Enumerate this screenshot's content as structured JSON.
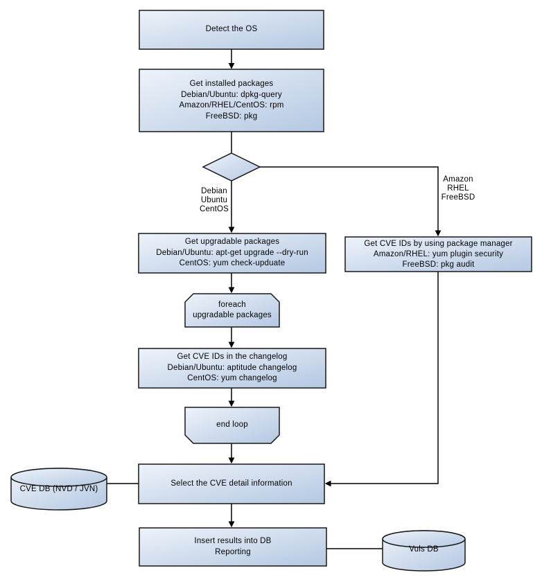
{
  "nodes": {
    "detect_os": {
      "label": "Detect the OS"
    },
    "get_installed_packages": {
      "label": "Get installed packages\nDebian/Ubuntu: dpkg-query\nAmazon/RHEL/CentOS: rpm\nFreeBSD: pkg"
    },
    "get_upgradable_packages": {
      "label": "Get upgradable packages\nDebian/Ubuntu: apt-get upgrade --dry-run\nCentOS: yum check-upduate"
    },
    "foreach_loop_start": {
      "label": "foreach\nupgradable packages"
    },
    "get_cve_ids_changelog": {
      "label": "Get CVE IDs in the changelog\nDebian/Ubuntu: aptitude changelog\nCentOS: yum changelog"
    },
    "end_loop": {
      "label": "end loop"
    },
    "get_cve_ids_pkg_manager": {
      "label": "Get CVE IDs by using package manager\nAmazon/RHEL: yum plugin security\nFreeBSD: pkg audit"
    },
    "select_cve_detail": {
      "label": "Select the CVE detail information"
    },
    "insert_results": {
      "label": "Insert results into DB\nReporting"
    },
    "cve_db": {
      "label": "CVE DB (NVD / JVN)"
    },
    "vuls_db": {
      "label": "Vuls DB"
    }
  },
  "edge_labels": {
    "left_branch": "Debian\nUbuntu\nCentOS",
    "right_branch": "Amazon\nRHEL\nFreeBSD"
  },
  "colors": {
    "shape_fill_light": "#eef3fa",
    "shape_fill_dark": "#b4c8e2",
    "border": "#161616",
    "background": "#ffffff"
  }
}
